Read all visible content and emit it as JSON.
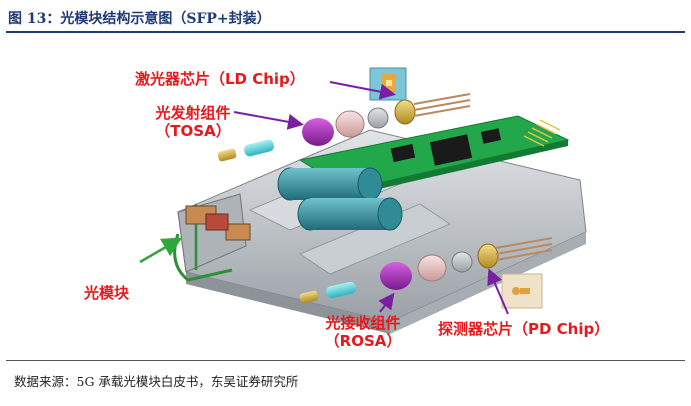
{
  "figure": {
    "title": "图 13：光模块结构示意图（SFP+封装）",
    "source": "数据来源：5G 承载光模块白皮书，东吴证券研究所"
  },
  "labels": {
    "ld_chip": "激光器芯片（LD Chip）",
    "tosa_line1": "光发射组件",
    "tosa_line2": "（TOSA）",
    "module": "光模块",
    "rosa_line1": "光接收组件",
    "rosa_line2": "（ROSA）",
    "pd_chip": "探测器芯片（PD Chip）"
  },
  "colors": {
    "title": "#1f3a74",
    "label_red": "#e8191c",
    "arrow_purple": "#7a1fa2",
    "arrow_green": "#2ea83a",
    "pcb_green": "#22a84a",
    "housing_grey": "#bfc4c9",
    "port_teal": "#2f8c96"
  }
}
